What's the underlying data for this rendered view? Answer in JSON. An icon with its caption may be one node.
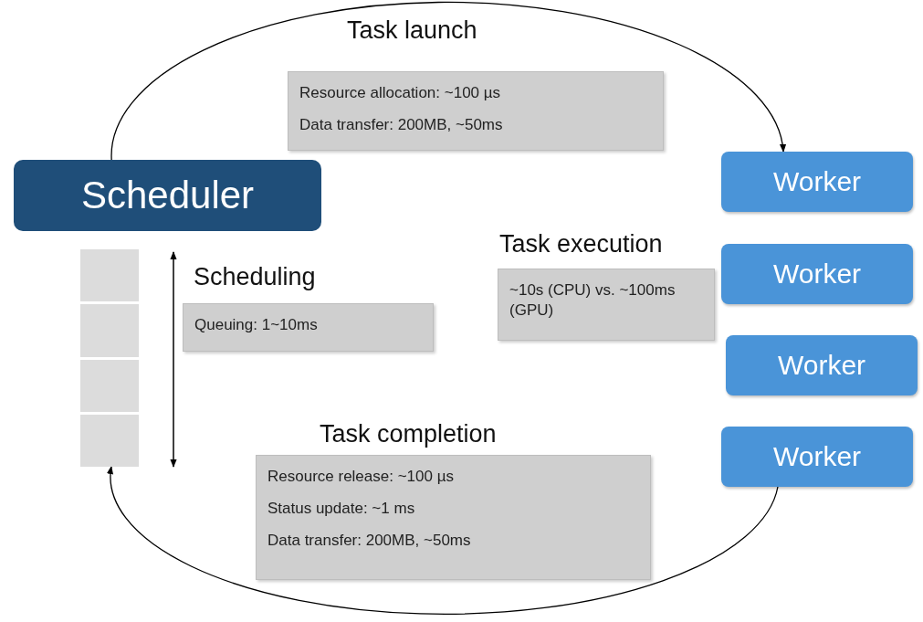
{
  "diagram": {
    "nodes": [
      {
        "text": [
          "Scheduler"
        ]
      },
      {
        "text": [
          "Worker"
        ]
      },
      {
        "text": [
          "Worker"
        ]
      },
      {
        "text": [
          "Worker"
        ]
      },
      {
        "text": [
          "Worker"
        ]
      },
      {
        "text": [],
        "shape": "bar"
      },
      {
        "text": [
          "Task launch",
          "Resource allocation: ~100 µs",
          "Data transfer:  200MB, ~50ms"
        ]
      },
      {
        "text": [
          "Scheduling",
          "Queuing:  1~10ms"
        ]
      },
      {
        "text": [
          "Task execution",
          "~10s (CPU) vs. ~100ms (GPU)"
        ]
      },
      {
        "text": [
          "Task completion",
          "Resource release: ~100 µs",
          "Status update: ~1 ms",
          "Data transfer: 200MB, ~50ms"
        ]
      }
    ],
    "edges": [
      {
        "from": 0,
        "to": 1,
        "arrow": "to"
      },
      {
        "from": 4,
        "to": 5,
        "arrow": "to"
      }
    ]
  }
}
